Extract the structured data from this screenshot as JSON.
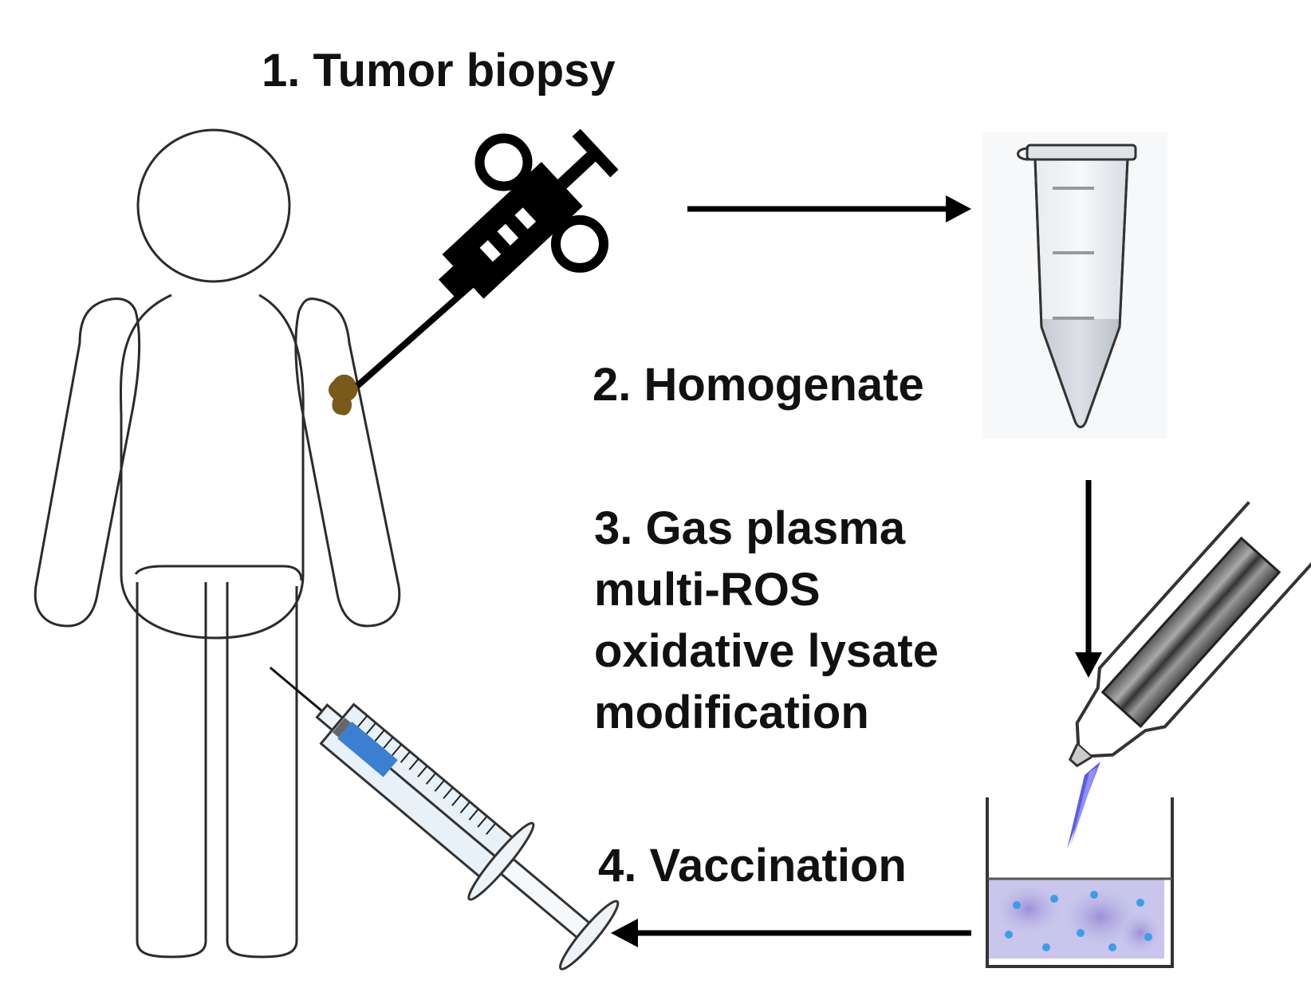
{
  "steps": {
    "biopsy": "1. Tumor biopsy",
    "homogenate": "2. Homogenate",
    "plasma_lines": [
      "3. Gas plasma",
      "multi-ROS",
      "oxidative lysate",
      "modification"
    ],
    "vaccination": "4. Vaccination"
  },
  "colors": {
    "outline": "#2b2b2b",
    "ink": "#000000",
    "tumor": "#7a5a1a",
    "plasma_jet": "#4a4ae0",
    "lysate": "#b8b4e0",
    "lysate_dots": "#3a9ee8",
    "syringe_fluid": "#3a7fd0"
  },
  "icons": [
    "human-outline-icon",
    "biopsy-syringe-icon",
    "eppendorf-tube-icon",
    "plasma-jet-icon",
    "well-dish-icon",
    "vaccine-syringe-icon"
  ]
}
